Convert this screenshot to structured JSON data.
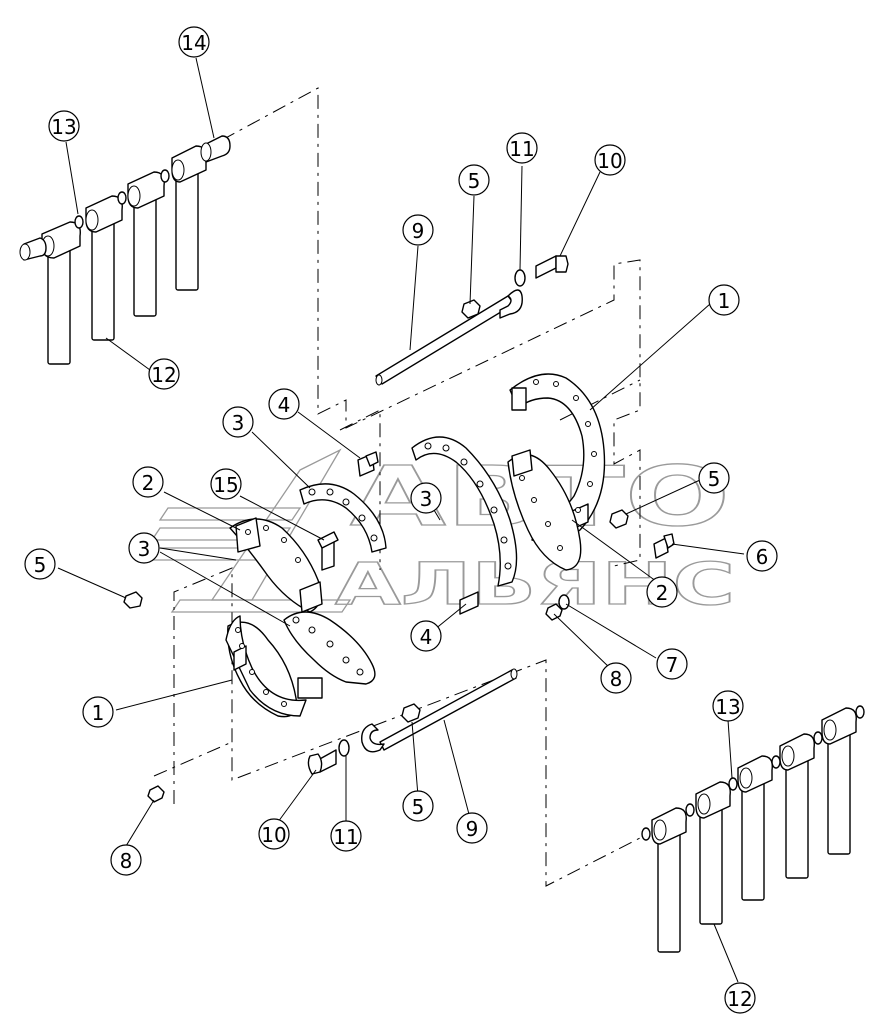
{
  "watermark": {
    "line1": "АВТО",
    "line2": "АЛЬЯНС",
    "color": "#9a9a9a"
  },
  "callouts": [
    {
      "id": "c14",
      "label": "14"
    },
    {
      "id": "c13a",
      "label": "13"
    },
    {
      "id": "c12a",
      "label": "12"
    },
    {
      "id": "c9a",
      "label": "9"
    },
    {
      "id": "c5a",
      "label": "5"
    },
    {
      "id": "c11a",
      "label": "11"
    },
    {
      "id": "c10a",
      "label": "10"
    },
    {
      "id": "c1a",
      "label": "1"
    },
    {
      "id": "c4a",
      "label": "4"
    },
    {
      "id": "c3a",
      "label": "3"
    },
    {
      "id": "c2a",
      "label": "2"
    },
    {
      "id": "c15",
      "label": "15"
    },
    {
      "id": "c3b",
      "label": "3"
    },
    {
      "id": "c3c",
      "label": "3"
    },
    {
      "id": "c5b",
      "label": "5"
    },
    {
      "id": "c5c",
      "label": "5"
    },
    {
      "id": "c6",
      "label": "6"
    },
    {
      "id": "c2b",
      "label": "2"
    },
    {
      "id": "c4b",
      "label": "4"
    },
    {
      "id": "c7",
      "label": "7"
    },
    {
      "id": "c8a",
      "label": "8"
    },
    {
      "id": "c1b",
      "label": "1"
    },
    {
      "id": "c10b",
      "label": "10"
    },
    {
      "id": "c11b",
      "label": "11"
    },
    {
      "id": "c5d",
      "label": "5"
    },
    {
      "id": "c9b",
      "label": "9"
    },
    {
      "id": "c8b",
      "label": "8"
    },
    {
      "id": "c13b",
      "label": "13"
    },
    {
      "id": "c12b",
      "label": "12"
    }
  ]
}
